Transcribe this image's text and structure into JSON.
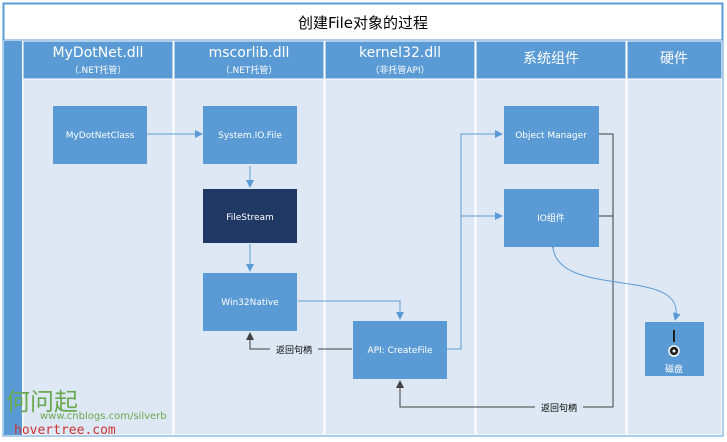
{
  "title": "创建File对象的过程",
  "lanes": [
    {
      "title": "MyDotNet.dll",
      "subtitle": "（.NET托管）"
    },
    {
      "title": "mscorlib.dll",
      "subtitle": "（.NET托管）"
    },
    {
      "title": "kernel32.dll",
      "subtitle": "（非托管API）"
    },
    {
      "title": "系统组件",
      "subtitle": ""
    },
    {
      "title": "硬件",
      "subtitle": ""
    }
  ],
  "nodes": {
    "mydotnetclass": "MyDotNetClass",
    "system_io_file": "System.IO.File",
    "filestream": "FileStream",
    "win32native": "Win32Native",
    "api_createfile": "API: CreateFile",
    "object_manager": "Object Manager",
    "io_component": "IO组件",
    "disk": "磁盘"
  },
  "edges": {
    "return_handle_1": "返回句柄",
    "return_handle_2": "返回句柄"
  },
  "colors": {
    "lane_header": "#5b9bd5",
    "lane_body": "#dde8f4",
    "node": "#5b9bd5",
    "node_dark": "#1f3864",
    "arrow": "#5b9bd5",
    "return_arrow": "#404040"
  },
  "watermark": {
    "chinese": "何问起",
    "url": "www.cnblogs.com/silverb",
    "site": "hovertree.com"
  }
}
